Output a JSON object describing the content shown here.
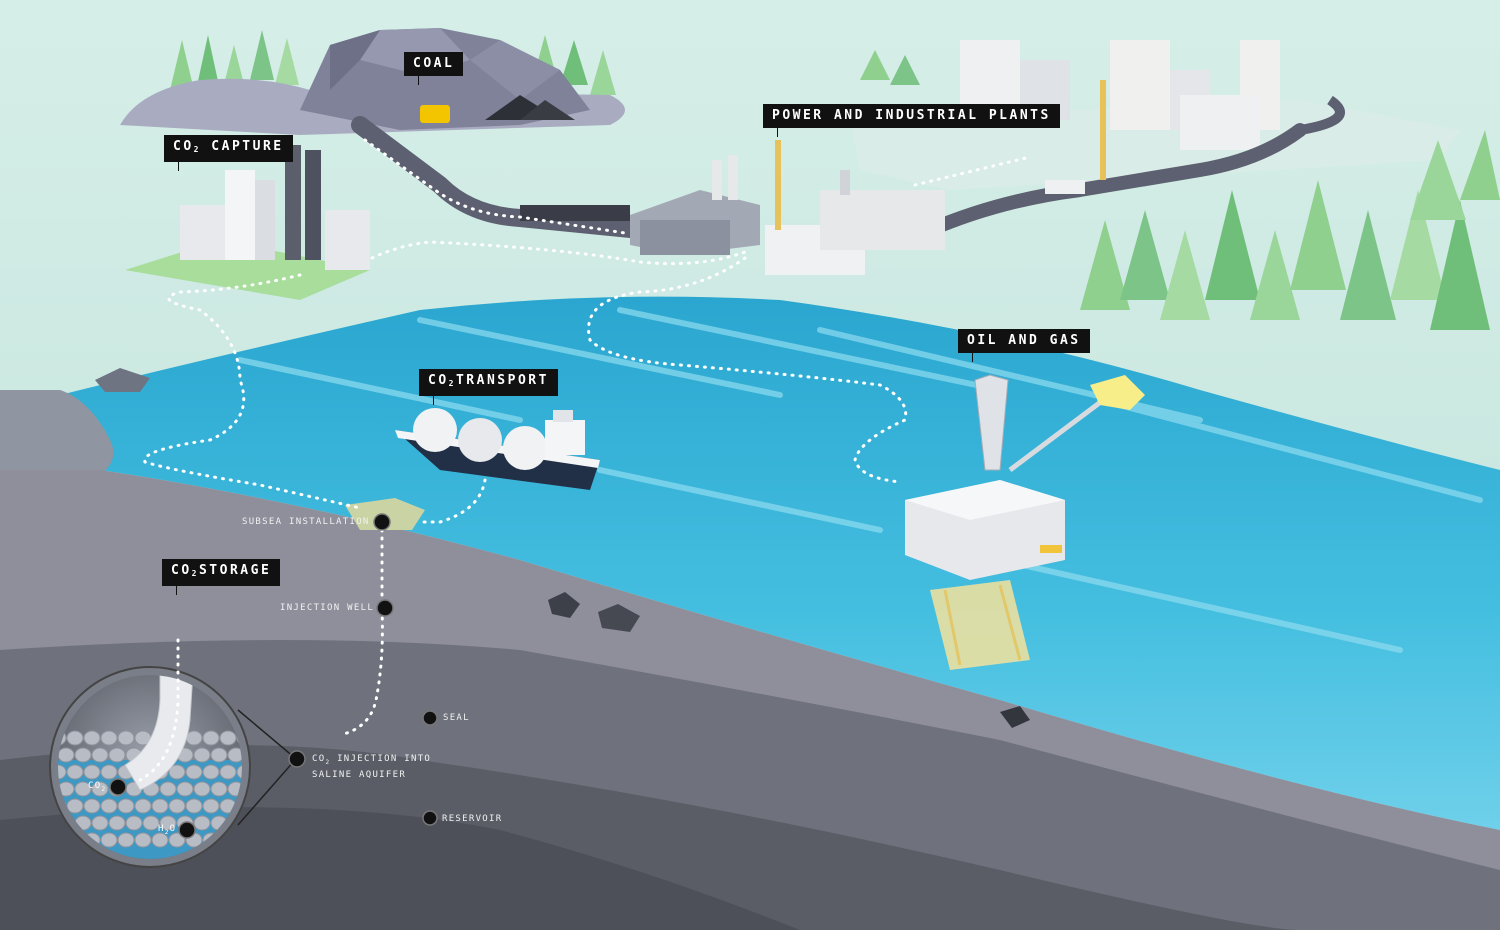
{
  "callouts": {
    "coal": "COAL",
    "power_plants": "POWER AND INDUSTRIAL PLANTS",
    "capture": {
      "prefix": "CO",
      "sub": "2",
      "suffix": " CAPTURE"
    },
    "transport": {
      "prefix": "CO",
      "sub": "2",
      "suffix": "TRANSPORT"
    },
    "oil_gas": "OIL AND GAS",
    "storage": {
      "prefix": "CO",
      "sub": "2",
      "suffix": "STORAGE"
    }
  },
  "points": {
    "subsea": "SUBSEA INSTALLATION",
    "injection_well": "INJECTION WELL",
    "seal": "SEAL",
    "injection_line1": {
      "prefix": "CO",
      "sub": "2",
      "suffix": " INJECTION INTO"
    },
    "injection_line2": "SALINE AQUIFER",
    "reservoir": "RESERVOIR"
  },
  "inset": {
    "co2": {
      "prefix": "CO",
      "sub": "2"
    },
    "h2o": {
      "prefix": "H",
      "sub": "2",
      "suffix": "O"
    }
  },
  "colors": {
    "land": "#cfe9e3",
    "sea": "#3fb6d9",
    "seabed": "#8f8f9c",
    "rock_dark": "#55585f",
    "callout_bg": "#111111"
  }
}
